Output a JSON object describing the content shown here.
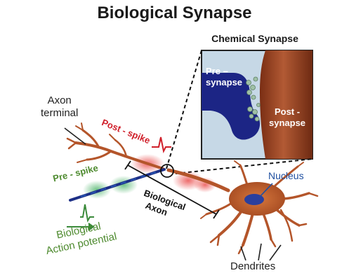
{
  "title": "Biological Synapse",
  "inset": {
    "title": "Chemical Synapse",
    "pre_label_line1": "Pre –",
    "pre_label_line2": "synapse",
    "post_label_line1": "Post -",
    "post_label_line2": "synapse"
  },
  "labels": {
    "axon_terminal_line1": "Axon",
    "axon_terminal_line2": "terminal",
    "post_spike": "Post - spike",
    "pre_spike": "Pre - spike",
    "bio_axon_line1": "Biological",
    "bio_axon_line2": "Axon",
    "nucleus": "Nucleus",
    "bio_ap_line1": "Biological",
    "bio_ap_line2": "Action potential",
    "dendrites": "Dendrites"
  },
  "colors": {
    "dendrite_brown": "#b4552a",
    "axon_blue": "#1d2f86",
    "pre_synapse_blue": "#1a237e",
    "post_synapse_brown": "#8a3a1e",
    "inset_bg": "#c6d8e6",
    "spike_red": "#e03030",
    "spike_green": "#3aa65a",
    "nucleus_blue": "#2a3f9e"
  }
}
